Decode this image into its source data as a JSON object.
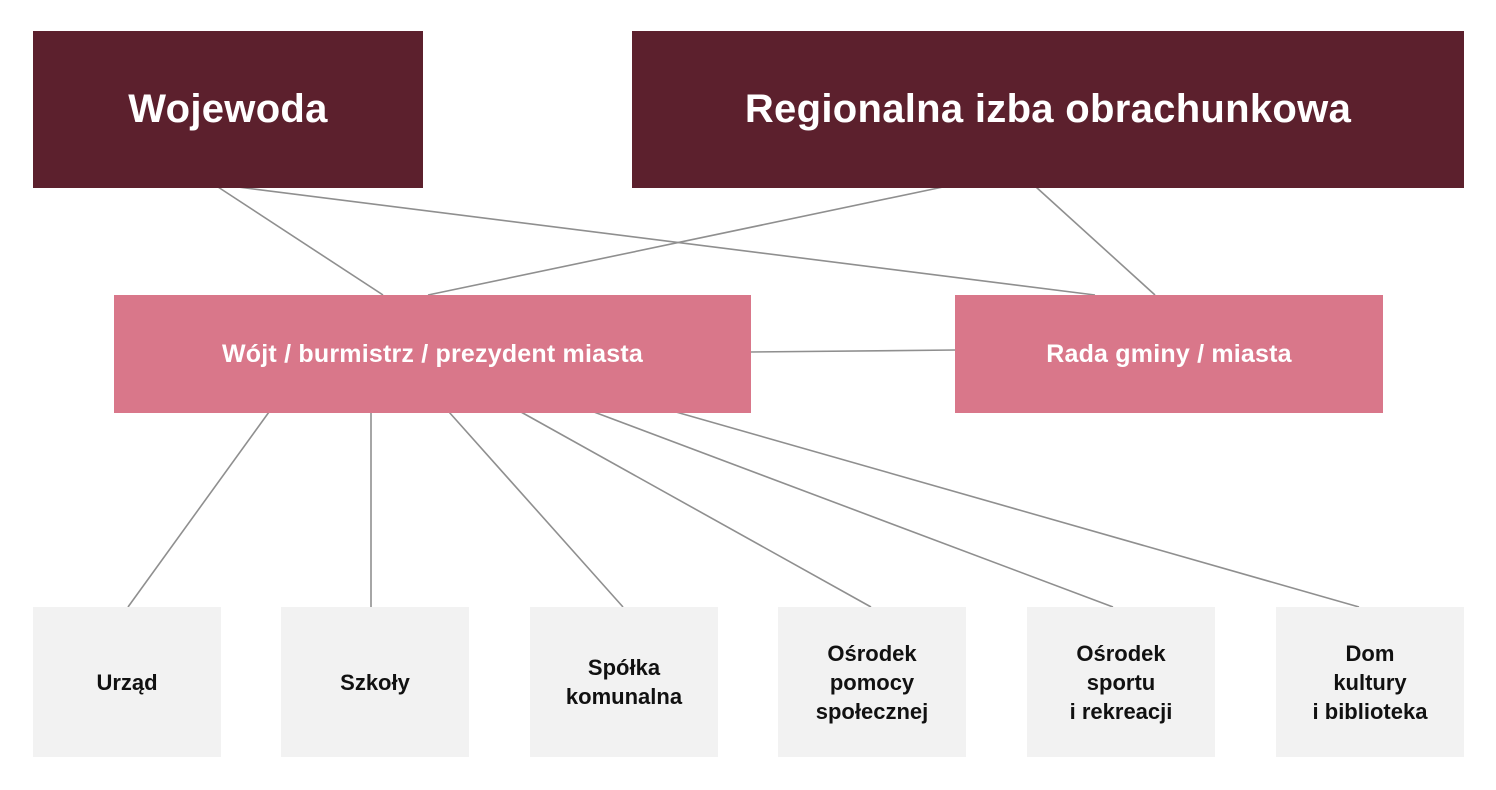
{
  "top": {
    "voivode": "Wojewoda",
    "audit_chamber": "Regionalna izba obrachunkowa"
  },
  "middle": {
    "mayor": "Wójt / burmistrz / prezydent miasta",
    "council": "Rada gminy / miasta"
  },
  "bottom": {
    "office": "Urząd",
    "schools": "Szkoły",
    "company": "Spółka\nkomunalna",
    "social_center": "Ośrodek\npomocy\nspołecznej",
    "sport_center": "Ośrodek\nsportu\ni rekreacji",
    "culture_house": "Dom\nkultury\ni biblioteka"
  },
  "colors": {
    "top_box": "#5c202d",
    "middle_box": "#d9778a",
    "bottom_box": "#f2f2f2",
    "connector": "#8f8f8f"
  }
}
